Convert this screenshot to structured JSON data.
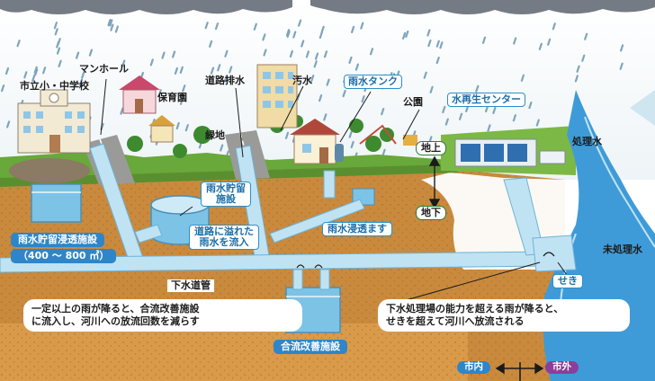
{
  "labels": {
    "school": "市立小・中学校",
    "manhole": "マンホール",
    "nursery": "保育園",
    "road_drain": "道路排水",
    "sewage": "汚水",
    "rain_tank": "雨水タンク",
    "park": "公園",
    "green_area": "緑地",
    "water_center": "水再生センター",
    "treated_water": "処理水",
    "untreated_water": "未処理水",
    "storage_facility": "雨水貯留\n施設",
    "storage_infiltration": "雨水貯留浸透施設",
    "storage_capacity": "（400 ～ 800 ㎥）",
    "road_overflow": "道路に溢れた\n雨水を流入",
    "infiltration_basin": "雨水浸透ます",
    "above_ground": "地上",
    "below_ground": "地下",
    "sewer_pipe": "下水道管",
    "weir": "せき",
    "combined_facility": "合流改善施設",
    "note_left": "一定以上の雨が降ると、合流改善施設\nに流入し、河川への放流回数を減らす",
    "note_right": "下水処理場の能力を超える雨が降ると、\nせきを超えて河川へ放流される",
    "inside_city": "市内",
    "outside_city": "市外"
  },
  "colors": {
    "sky_rain": "#7fa5bd",
    "cloud": "#747b84",
    "soil": "#c98a3e",
    "soil_dark": "#a9682a",
    "grass": "#69a83a",
    "water": "#7cc3e6",
    "pipe": "#bfe3f3",
    "river": "#3f9bd8",
    "label_blue": "#2e86c8",
    "label_purple": "#8a3f9a"
  }
}
